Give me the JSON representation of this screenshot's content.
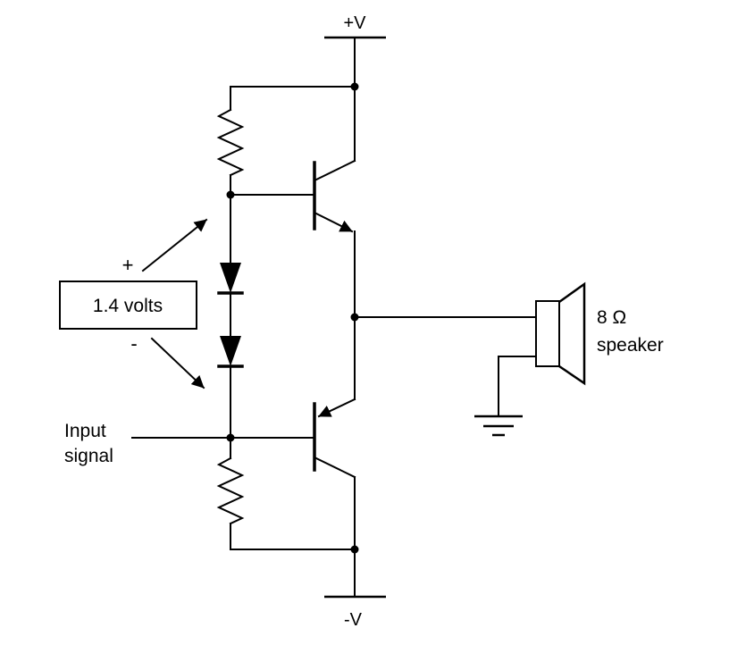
{
  "diagram": {
    "type": "push-pull amplifier schematic",
    "labels": {
      "supply_positive": "+V",
      "supply_negative": "-V",
      "bias_box": "1.4 volts",
      "bias_plus": "+",
      "bias_minus": "-",
      "input_line1": "Input",
      "input_line2": "signal",
      "speaker_line1": "8 Ω",
      "speaker_line2": "speaker"
    },
    "colors": {
      "line": "#000000",
      "background": "#ffffff"
    }
  }
}
